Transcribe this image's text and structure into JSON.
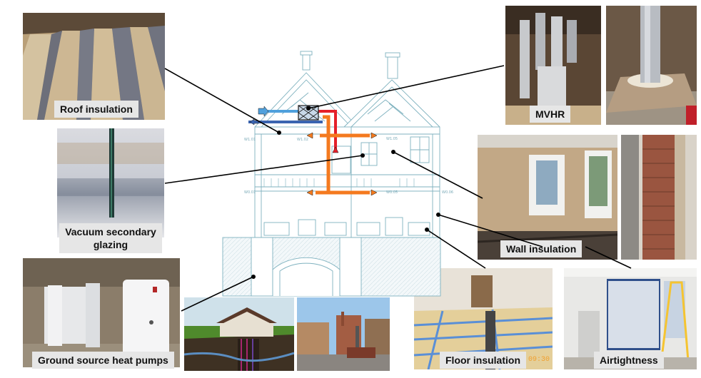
{
  "labels": {
    "roof_insulation": "Roof insulation",
    "vacuum_glazing_line1": "Vacuum secondary",
    "vacuum_glazing_line2": "glazing",
    "ground_source": "Ground source heat pumps",
    "mvhr": "MVHR",
    "wall_insulation": "Wall insulation",
    "floor_insulation": "Floor insulation",
    "airtightness": "Airtightness"
  },
  "photo_timestamp": "09:30",
  "colors": {
    "drawing_line": "#7fb2bf",
    "supply_air": "#f47a1f",
    "extract_air": "#3a64b0",
    "fresh_air": "#4fa0dc",
    "warm_air": "#e5202a",
    "connector": "#000000"
  },
  "icons": {
    "mvhr_unit": "heat-exchanger-icon"
  }
}
